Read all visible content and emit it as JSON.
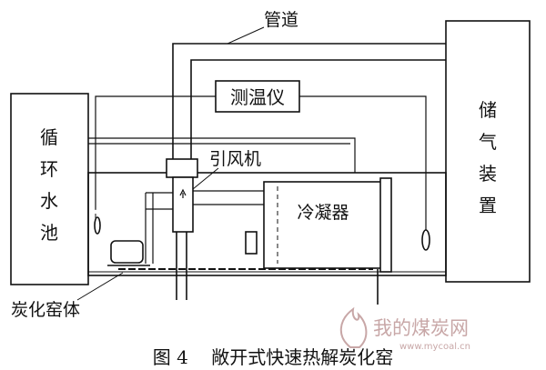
{
  "labels": {
    "pipe": "管道",
    "thermometer": "测温仪",
    "storage": [
      "储",
      "气",
      "装",
      "置"
    ],
    "pool": [
      "循",
      "环",
      "水",
      "池"
    ],
    "fan": "引风机",
    "condenser": "冷凝器",
    "kiln_body": "炭化窑体"
  },
  "caption": "图 4    敞开式快速热解炭化窑",
  "watermark": {
    "name": "我的煤炭网",
    "url": "www.mycoal.cn"
  },
  "colors": {
    "line": "#111111",
    "watermark": "#c8a7a7"
  }
}
